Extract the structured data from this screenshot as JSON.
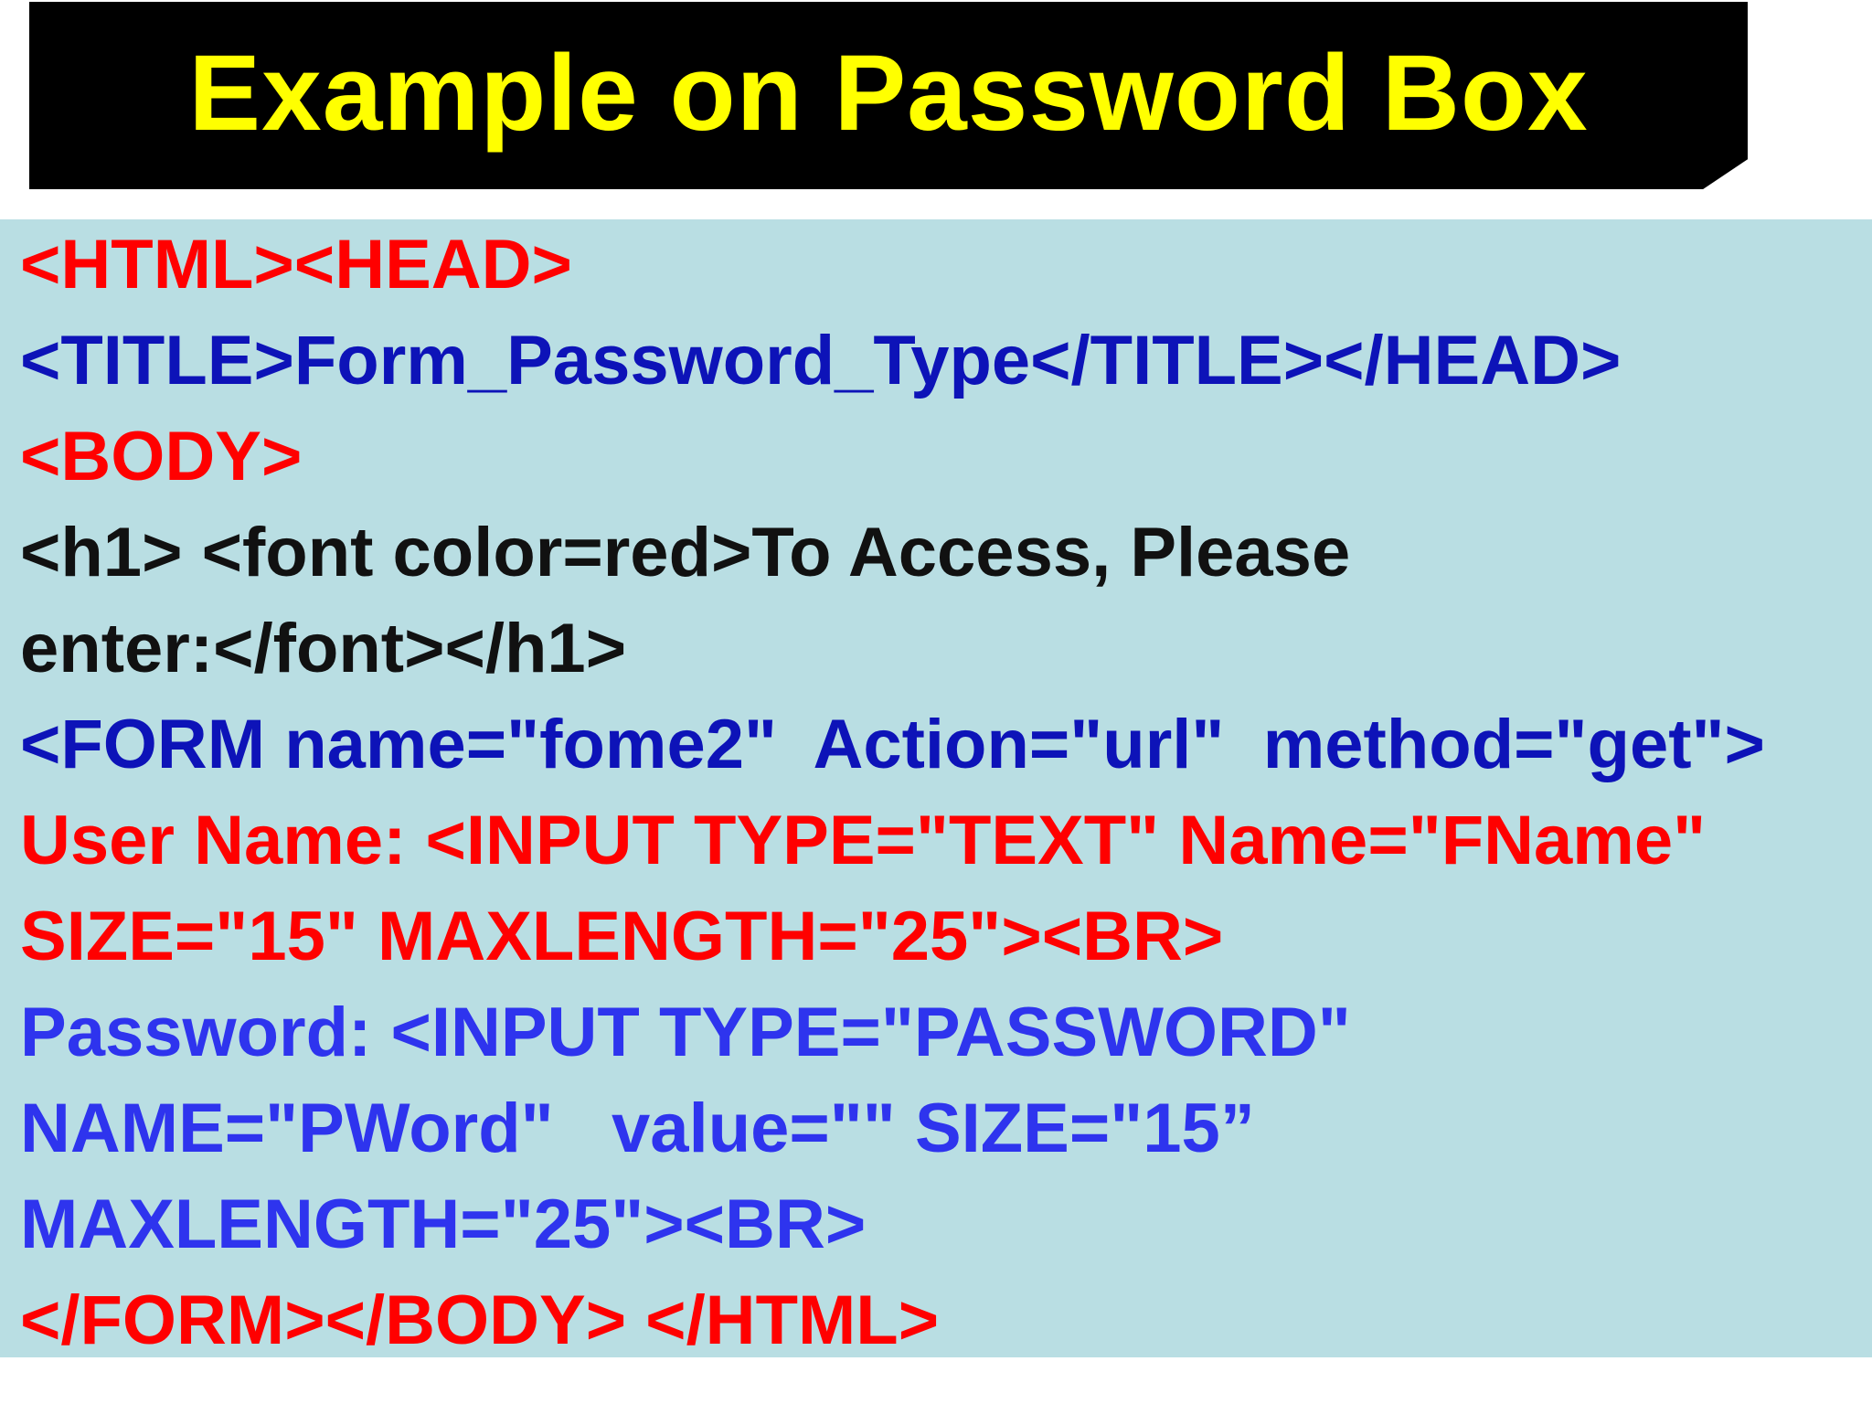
{
  "slide": {
    "title": "Example on Password Box",
    "colors": {
      "title_background": "#000000",
      "title_text": "#ffff00",
      "panel_background": "#b9dee3",
      "red": "#ff0000",
      "navy": "#0d13b8",
      "black": "#111111",
      "blue": "#2e34ee"
    },
    "code_lines": [
      "<HTML><HEAD>",
      "<TITLE>Form_Password_Type</TITLE></HEAD>",
      "<BODY>",
      "<h1> <font color=red>To Access, Please",
      "enter:</font></h1>",
      "<FORM name=\"fome2\"  Action=\"url\"  method=\"get\">",
      "User Name: <INPUT TYPE=\"TEXT\" Name=\"FName\"",
      "SIZE=\"15\" MAXLENGTH=\"25\"><BR>",
      "Password: <INPUT TYPE=\"PASSWORD\"",
      "NAME=\"PWord\"   value=\"\" SIZE=\"15”",
      "MAXLENGTH=\"25\"><BR>",
      "</FORM></BODY> </HTML>"
    ]
  }
}
